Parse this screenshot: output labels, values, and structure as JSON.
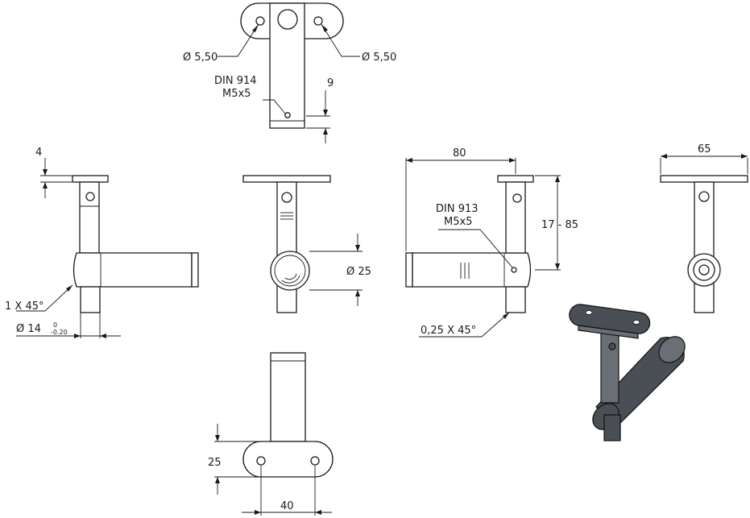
{
  "labels": {
    "hole_dia_left": "Ø 5,50",
    "hole_dia_right": "Ø 5,50",
    "din914": "DIN 914",
    "m5x5_top": "M5x5",
    "dim_9": "9",
    "dim_4": "4",
    "chamfer_1x45": "1 X 45°",
    "dia_14": "Ø 14",
    "tol_upper": "0",
    "tol_lower": "-0.20",
    "dia_25": "Ø 25",
    "dim_80": "80",
    "din913": "DIN 913",
    "m5x5_side": "M5x5",
    "dim_17_85": "17 - 85",
    "chamfer_025x45": "0,25 X 45°",
    "dim_65": "65",
    "dim_25": "25",
    "dim_40": "40"
  },
  "colors": {
    "line": "#1a1a1a",
    "background": "#ffffff",
    "render_dark": "#4a4e55"
  }
}
